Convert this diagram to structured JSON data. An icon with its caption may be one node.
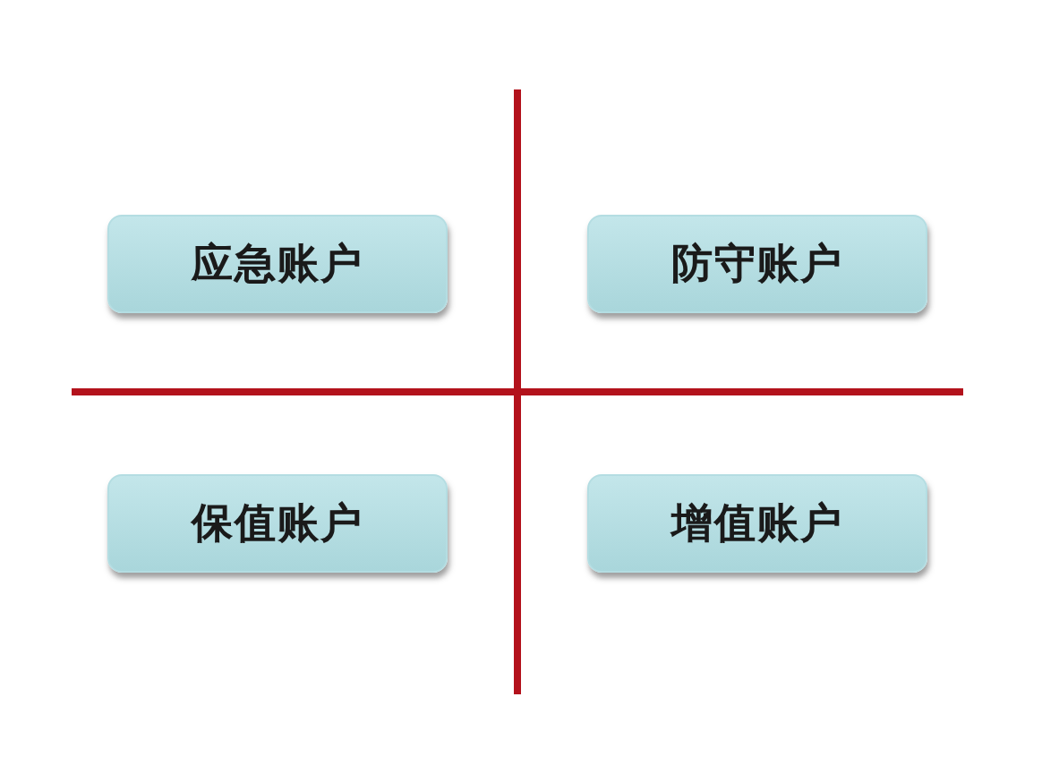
{
  "diagram": {
    "nodes": [
      {
        "text": [
          "应急账户"
        ]
      },
      {
        "text": [
          "防守账户"
        ]
      },
      {
        "text": [
          "保值账户"
        ]
      },
      {
        "text": [
          "增值账户"
        ]
      }
    ]
  }
}
